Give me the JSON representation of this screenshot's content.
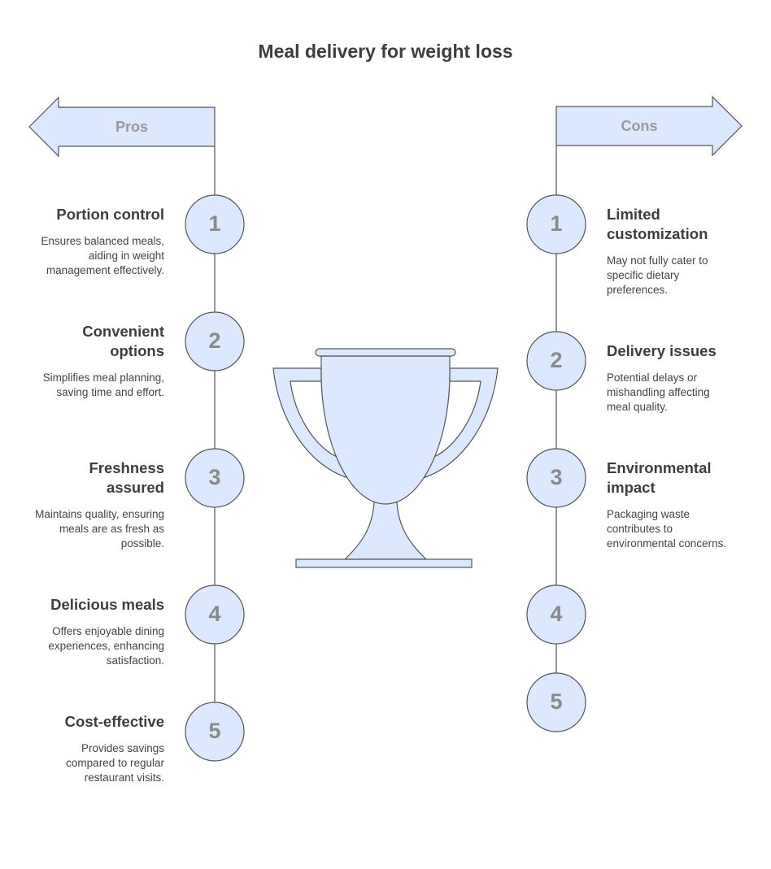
{
  "title": "Meal delivery for weight loss",
  "pros": {
    "label": "Pros",
    "items": [
      {
        "num": "1",
        "title": "Portion control",
        "desc": "Ensures balanced meals, aiding in weight management effectively."
      },
      {
        "num": "2",
        "title": "Convenient options",
        "desc": "Simplifies meal planning, saving time and effort."
      },
      {
        "num": "3",
        "title": "Freshness assured",
        "desc": "Maintains quality, ensuring meals are as fresh as possible."
      },
      {
        "num": "4",
        "title": "Delicious meals",
        "desc": "Offers enjoyable dining experiences, enhancing satisfaction."
      },
      {
        "num": "5",
        "title": "Cost-effective",
        "desc": "Provides savings compared to regular restaurant visits."
      }
    ]
  },
  "cons": {
    "label": "Cons",
    "items": [
      {
        "num": "1",
        "title": "Limited customization",
        "desc": "May not fully cater to specific dietary preferences."
      },
      {
        "num": "2",
        "title": "Delivery issues",
        "desc": "Potential delays or mishandling affecting meal quality."
      },
      {
        "num": "3",
        "title": "Environmental impact",
        "desc": "Packaging waste contributes to environmental concerns."
      },
      {
        "num": "4"
      },
      {
        "num": "5"
      }
    ]
  },
  "colors": {
    "fill": "#dce8fd",
    "stroke": "#555555",
    "text": "#3d3d3d",
    "number": "#8a8a8a"
  }
}
